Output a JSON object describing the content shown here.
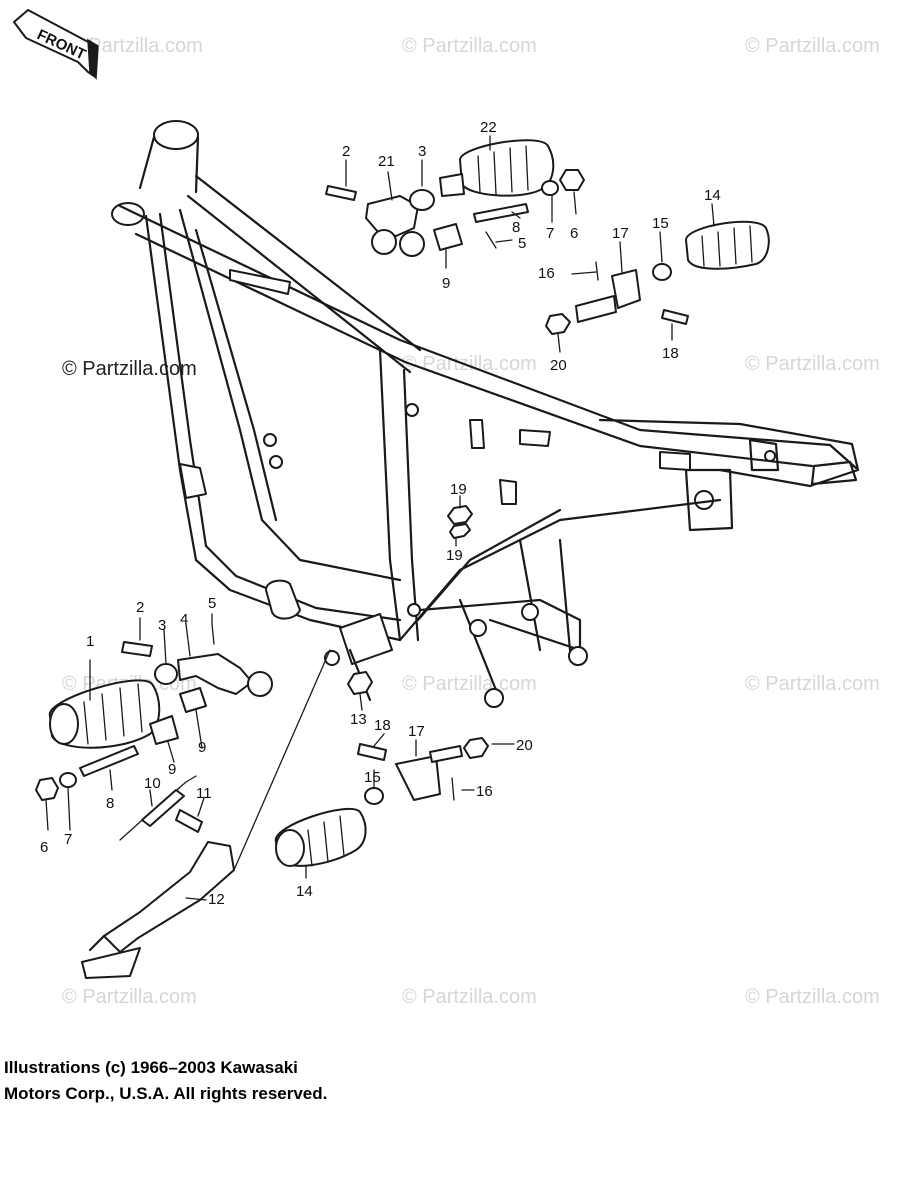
{
  "front_label": "FRONT",
  "watermark": "© Partzilla.com",
  "callouts": {
    "c1": "1",
    "c2a": "2",
    "c2b": "2",
    "c3a": "3",
    "c3b": "3",
    "c4": "4",
    "c5a": "5",
    "c5b": "5",
    "c6a": "6",
    "c6b": "6",
    "c7a": "7",
    "c7b": "7",
    "c8a": "8",
    "c8b": "8",
    "c9a": "9",
    "c9b": "9",
    "c9c": "9",
    "c10": "10",
    "c11": "11",
    "c12": "12",
    "c13": "13",
    "c14a": "14",
    "c14b": "14",
    "c15a": "15",
    "c15b": "15",
    "c16a": "16",
    "c16b": "16",
    "c17a": "17",
    "c17b": "17",
    "c18a": "18",
    "c18b": "18",
    "c19a": "19",
    "c19b": "19",
    "c20a": "20",
    "c20b": "20",
    "c21": "21",
    "c22": "22"
  },
  "copyright": {
    "line1": "Illustrations (c) 1966–2003 Kawasaki",
    "line2": "Motors Corp., U.S.A.  All rights reserved."
  }
}
